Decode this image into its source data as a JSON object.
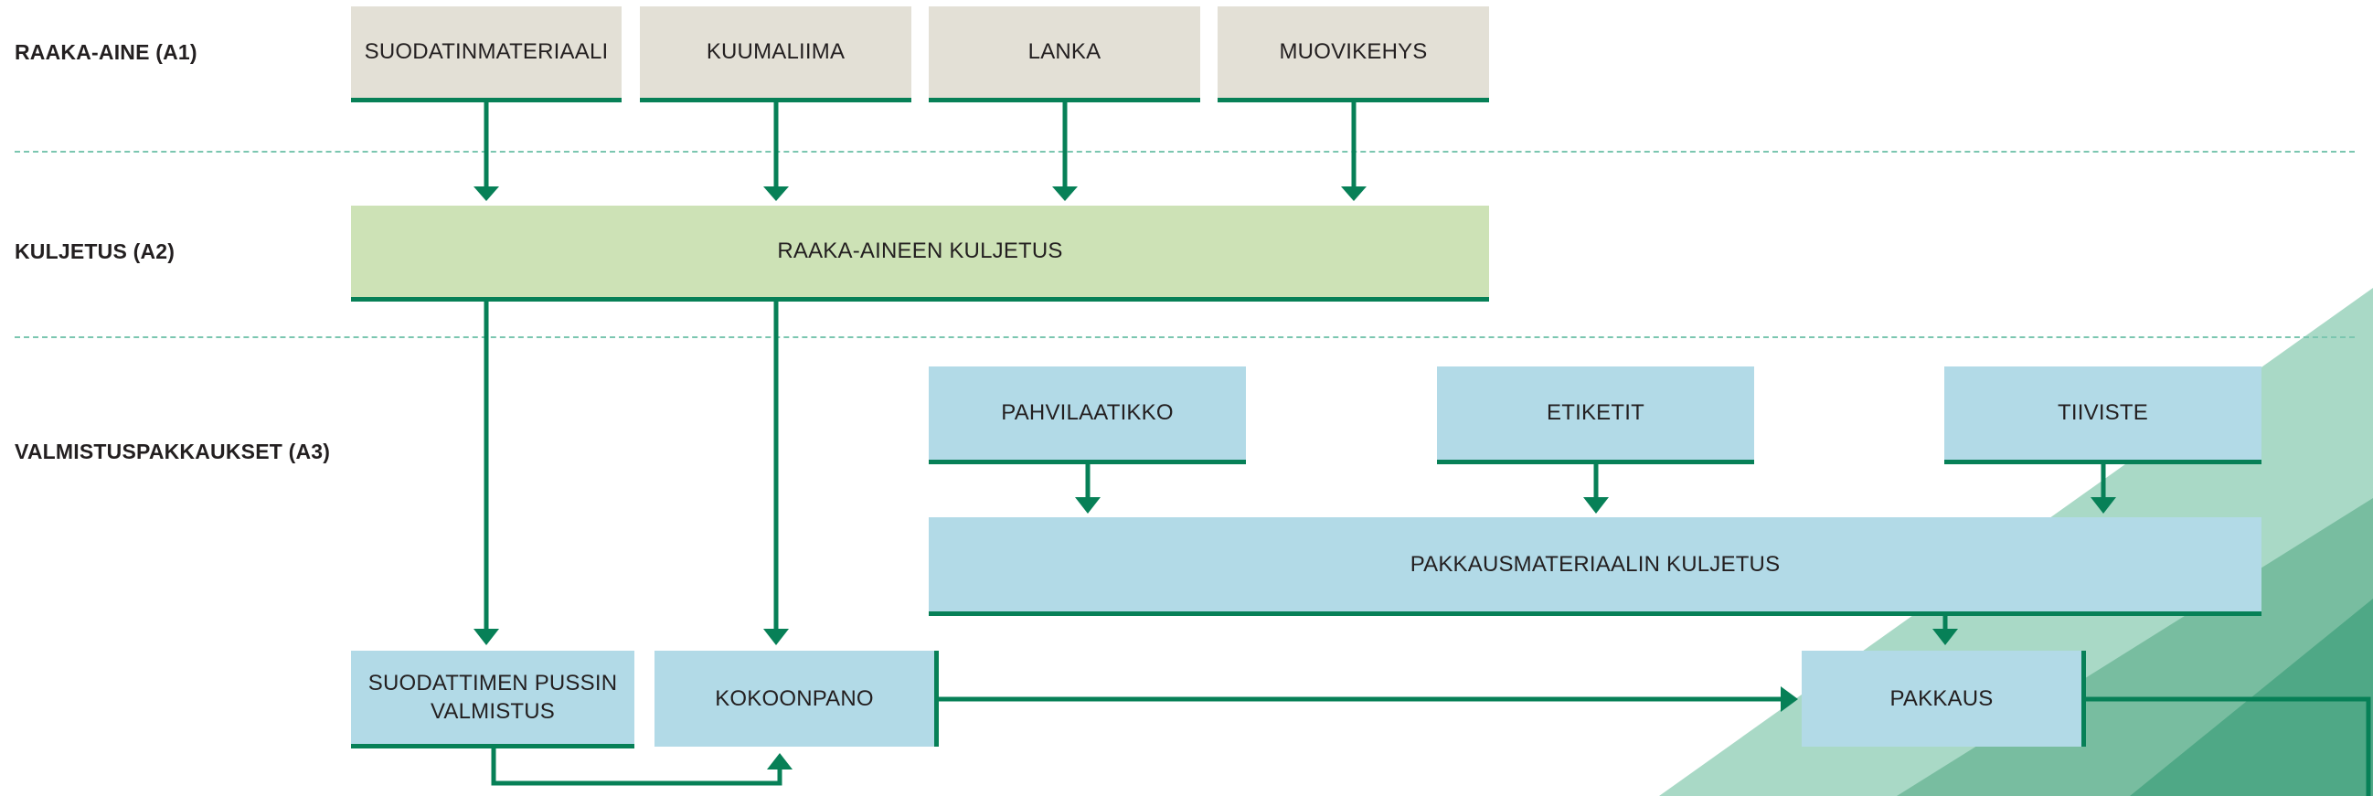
{
  "row_labels": {
    "raw_material": "RAAKA-AINE (A1)",
    "transport": "KULJETUS (A2)",
    "manufacturing": "VALMISTUSPAKKAUKSET (A3)"
  },
  "raw_materials": {
    "filter_material": "SUODATINMATERIAALI",
    "hot_melt_glue": "KUUMALIIMA",
    "thread": "LANKA",
    "plastic_frame": "MUOVIKEHYS"
  },
  "transport": {
    "raw_material_transport": "RAAKA-AINEEN KULJETUS"
  },
  "packaging_inputs": {
    "cardboard_box": "PAHVILAATIKKO",
    "labels": "ETIKETIT",
    "seal": "TIIVISTE",
    "packaging_material_transport": "PAKKAUSMATERIAALIN KULJETUS"
  },
  "process": {
    "filter_bag_line1": "SUODATTIMEN PUSSIN",
    "filter_bag_line2": "VALMISTUS",
    "assembly": "KOKOONPANO",
    "packing": "PAKKAUS"
  },
  "colors": {
    "arrow": "#078057",
    "beige_box": "#e3e0d6",
    "green_box": "#cde2b6",
    "blue_box": "#b2dae7",
    "divider": "#7bc6b0",
    "bg_light": "#a9d9c6",
    "bg_mid": "#78bda0",
    "bg_dark": "#4fa886"
  }
}
